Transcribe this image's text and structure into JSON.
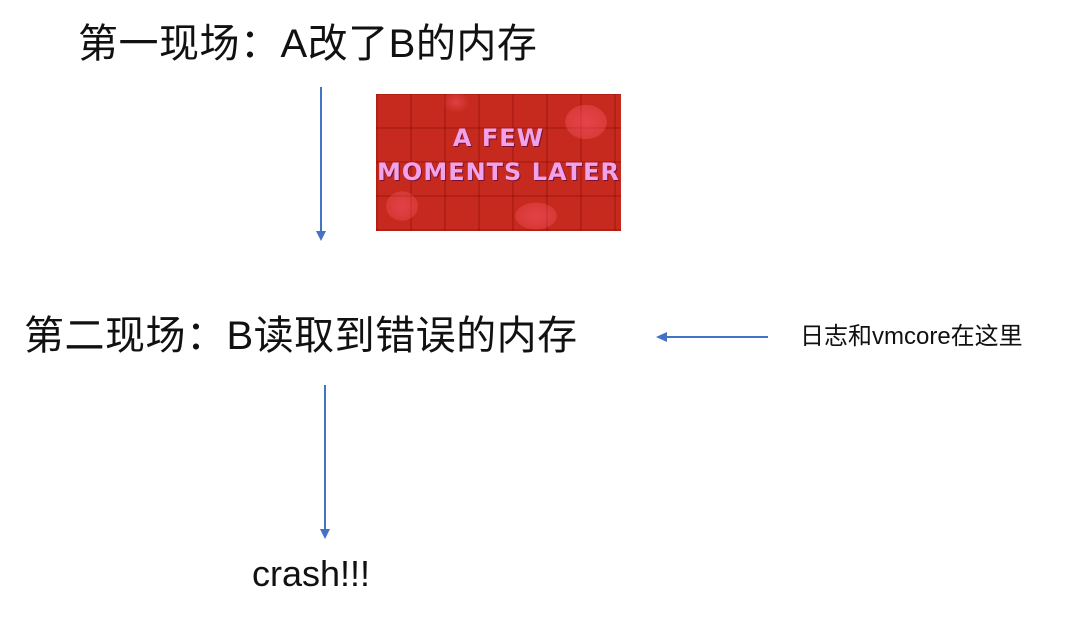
{
  "diagram": {
    "first_scene": "第一现场：A改了B的内存",
    "second_scene": "第二现场：B读取到错误的内存",
    "annotation": "日志和vmcore在这里",
    "result": "crash!!!",
    "meme_image": {
      "line1": "A FEW",
      "line2": "MOMENTS LATER",
      "background_color": "#c62a1e",
      "text_color": "#f0a3ea"
    },
    "arrow_color": "#4472c4",
    "arrows": [
      {
        "from": "first_scene",
        "to": "second_scene",
        "direction": "down"
      },
      {
        "from": "annotation",
        "to": "second_scene",
        "direction": "left"
      },
      {
        "from": "second_scene",
        "to": "result",
        "direction": "down"
      }
    ]
  }
}
